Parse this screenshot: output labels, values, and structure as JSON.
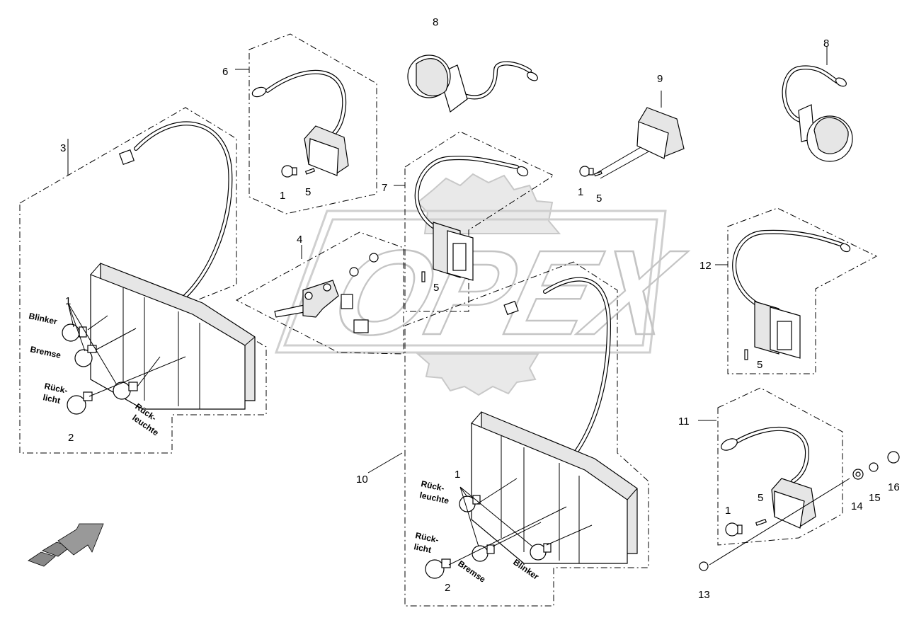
{
  "watermark": {
    "text": "OPEX"
  },
  "callouts": {
    "c1a": "1",
    "c1b": "1",
    "c1c": "1",
    "c1d": "1",
    "c1e": "1",
    "c2a": "2",
    "c2b": "2",
    "c3": "3",
    "c4": "4",
    "c5a": "5",
    "c5b": "5",
    "c5c": "5",
    "c5d": "5",
    "c5e": "5",
    "c6": "6",
    "c7": "7",
    "c8a": "8",
    "c8b": "8",
    "c9": "9",
    "c10": "10",
    "c11": "11",
    "c12": "12",
    "c13": "13",
    "c14": "14",
    "c15": "15",
    "c16": "16"
  },
  "labels": {
    "blinker_left": "Blinker",
    "bremse_left": "Bremse",
    "rueck_left_1": "Rück-",
    "rueck_left_2": "licht",
    "rueckleuchte_left_1": "Rück-",
    "rueckleuchte_left_2": "leuchte",
    "rueckleuchte_right_1": "Rück-",
    "rueckleuchte_right_2": "leuchte",
    "rueck_right_1": "Rück-",
    "rueck_right_2": "licht",
    "bremse_right": "Bremse",
    "blinker_right": "Blinker"
  },
  "icons": [
    "direction-arrow-icon",
    "bulb-icon",
    "connector-plug-icon"
  ]
}
